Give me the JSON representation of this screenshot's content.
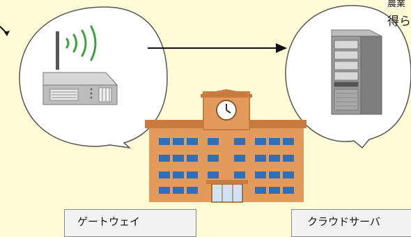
{
  "labels": {
    "gateway": "ゲートウェイ",
    "cloud_server": "クラウドサーバ"
  },
  "corner_text": {
    "line1": "農業",
    "line2": "得ら"
  },
  "colors": {
    "background": "#fffbd6",
    "bubble_fill": "#ffffff",
    "bubble_stroke": "#555555",
    "wifi_waves": "#3aa33a",
    "building_main": "#e39a5a",
    "building_roof": "#c97a3e",
    "windows": "#2f6fb5",
    "server_body": "#8e8e8e"
  },
  "icons": [
    "router-icon",
    "wifi-signal-icon",
    "server-tower-icon",
    "school-building-icon",
    "clock-icon",
    "arrow-right-icon"
  ]
}
